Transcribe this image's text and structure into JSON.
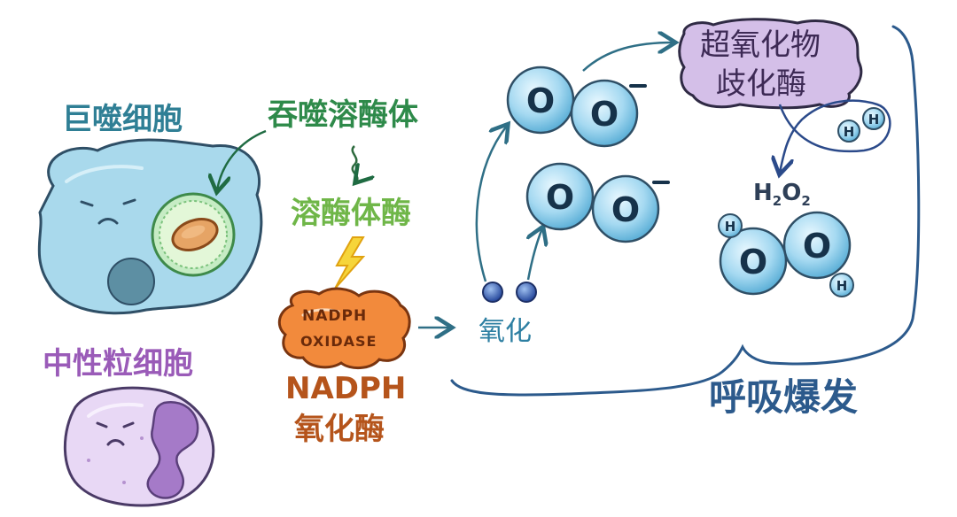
{
  "labels": {
    "macrophage": "巨噬细胞",
    "phagolysosome": "吞噬溶酶体",
    "lysosomal_enzyme": "溶酶体酶",
    "neutrophil": "中性粒细胞",
    "nadph_en": "NADPH",
    "nadph_cn": "氧化酶",
    "oxidation": "氧化",
    "respiratory_burst": "呼吸爆发",
    "sod_line1": "超氧化物",
    "sod_line2": "歧化酶",
    "badge_line1": "NADPH",
    "badge_line2": "OXIDASE",
    "h2o2_h": "H",
    "h2o2_mid": "2",
    "h2o2_o": "O",
    "h2o2_end": "2"
  },
  "atoms": {
    "oxygen": "O",
    "hydrogen": "H",
    "superoxide_charge": "−"
  },
  "colors": {
    "macrophage_body": "#a9d9ec",
    "neutrophil_body": "#e8d8f5",
    "badge_fill": "#f28a3c",
    "sod_fill": "#d4bfe8",
    "oxygen_fill": "#a9dcf2",
    "arrow": "#2f6f86"
  }
}
